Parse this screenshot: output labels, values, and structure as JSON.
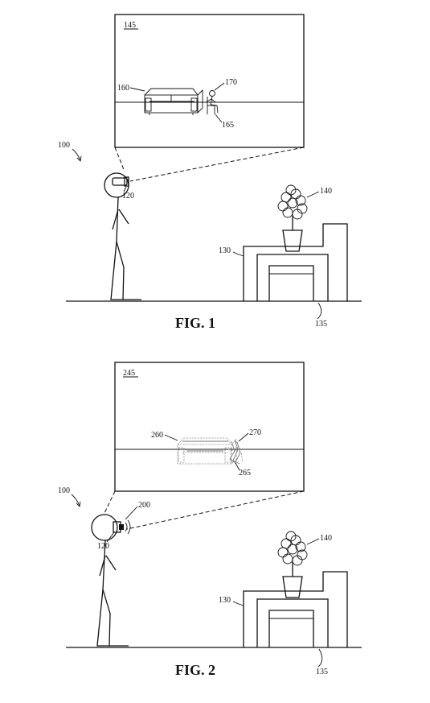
{
  "figures": [
    {
      "caption": "FIG. 1",
      "labels": {
        "system": "100",
        "display": "145",
        "virtual_sofa": "160",
        "virtual_person": "170",
        "chair": "165",
        "hmd": "120",
        "plant": "140",
        "table": "130",
        "floor": "135"
      }
    },
    {
      "caption": "FIG. 2",
      "labels": {
        "system": "100",
        "display": "245",
        "virtual_sofa": "260",
        "virtual_person": "270",
        "chair": "265",
        "sensor": "200",
        "hmd": "120",
        "plant": "140",
        "table": "130",
        "floor": "135"
      }
    }
  ]
}
